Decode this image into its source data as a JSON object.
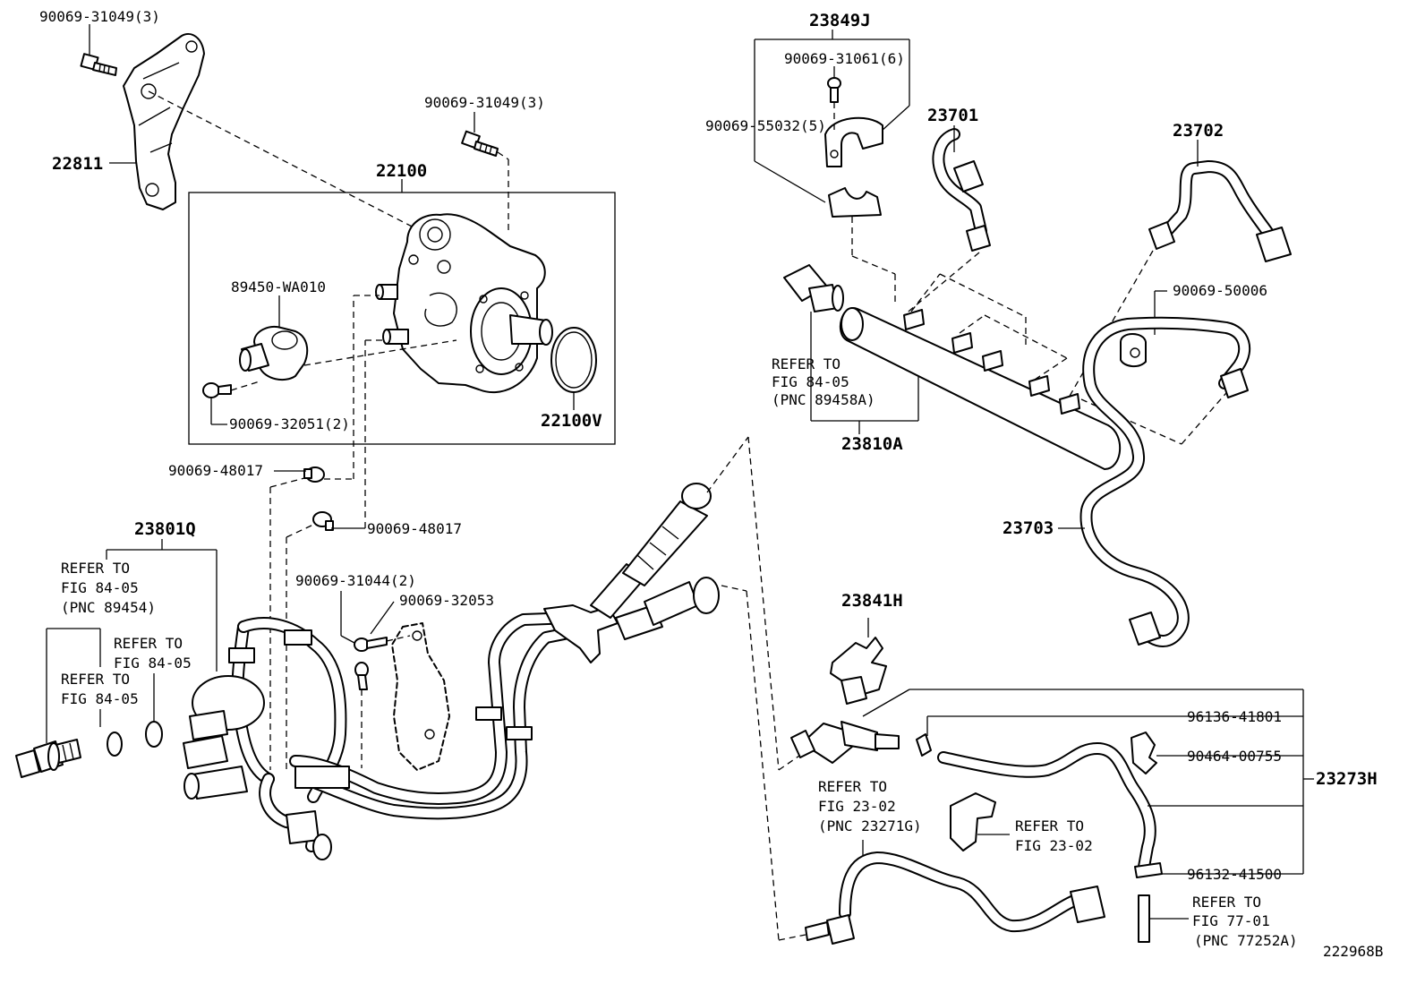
{
  "diagram_id": "222968B",
  "parts": {
    "bolt_bracket": "90069-31049(3)",
    "bracket": "22811",
    "bolt_pump": "90069-31049(3)",
    "pump_assy": "22100",
    "sensor_pump": "89450-WA010",
    "screw_sensor": "90069-32051(2)",
    "oring_pump": "22100V",
    "clamp_a": "90069-48017",
    "clamp_b": "90069-48017",
    "hose_assy": "23801Q",
    "bolt_c": "90069-31044(2)",
    "bolt_d": "90069-32053",
    "clamp_set": "23849J",
    "bolt_e": "90069-31061(6)",
    "clamp_half": "90069-55032(5)",
    "pipe_1": "23701",
    "pipe_2": "23702",
    "cushion": "90069-50006",
    "rail": "23810A",
    "pipe_3": "23703",
    "bracket_h": "23841H",
    "hose_f": "96136-41801",
    "clip_g": "90464-00755",
    "hose_assy_h": "23273H",
    "hose_k": "96132-41500"
  },
  "refer_notes": {
    "rail_sensor": [
      "REFER TO",
      "FIG 84-05",
      "(PNC 89458A)"
    ],
    "temp_sensor_a": [
      "REFER TO",
      "FIG 84-05",
      "(PNC 89454)"
    ],
    "temp_sensor_b": [
      "REFER TO",
      "FIG 84-05"
    ],
    "temp_sensor_c": [
      "REFER TO",
      "FIG 84-05"
    ],
    "fuel_hose_a": [
      "REFER TO",
      "FIG 23-02",
      "(PNC 23271G)"
    ],
    "fuel_hose_b": [
      "REFER TO",
      "FIG 23-02"
    ],
    "fuel_hose_c": [
      "REFER TO",
      "FIG 77-01",
      "(PNC 77252A)"
    ]
  }
}
